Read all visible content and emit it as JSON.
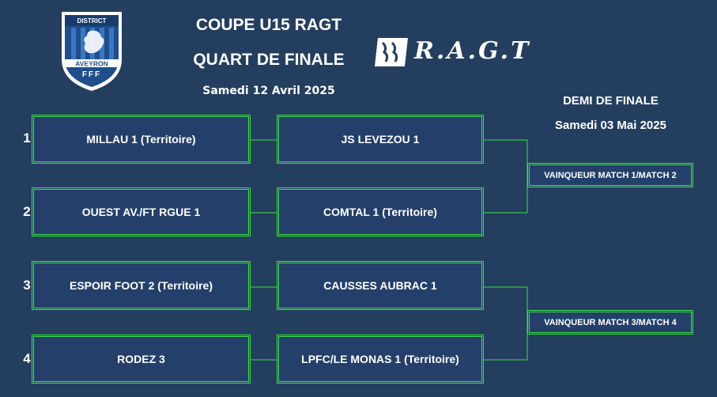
{
  "header": {
    "title_line1": "COUPE U15 RAGT",
    "title_line2": "QUART DE FINALE",
    "quarter_date": "Samedi 12 Avril 2025"
  },
  "logo": {
    "top_text": "DISTRICT",
    "middle_text": "AVEYRON",
    "bottom_text": "FFF"
  },
  "sponsor": {
    "name": "R.A.G.T"
  },
  "semi": {
    "title": "DEMI DE FINALE",
    "date": "Samedi 03 Mai 2025"
  },
  "matches": [
    {
      "number": "1",
      "home": "MILLAU 1 (Territoire)",
      "away": "JS LEVEZOU 1"
    },
    {
      "number": "2",
      "home": "OUEST AV./FT RGUE 1",
      "away": "COMTAL 1 (Territoire)"
    },
    {
      "number": "3",
      "home": "ESPOIR FOOT 2 (Territoire)",
      "away": "CAUSSES AUBRAC 1"
    },
    {
      "number": "4",
      "home": "RODEZ 3",
      "away": "LPFC/LE MONAS 1 (Territoire)"
    }
  ],
  "semifinals": [
    {
      "label": "VAINQUEUR MATCH 1/MATCH 2"
    },
    {
      "label": "VAINQUEUR MATCH 3/MATCH 4"
    }
  ],
  "colors": {
    "background": "#243e5f",
    "border": "#39e23f",
    "text": "#ffffff"
  }
}
